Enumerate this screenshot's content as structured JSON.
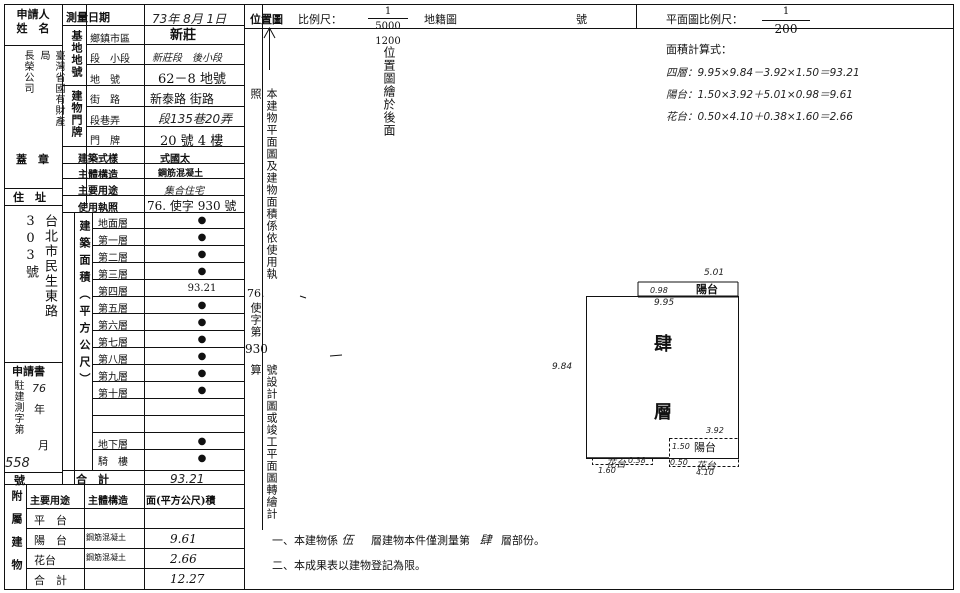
{
  "applicant": {
    "label": "申請人姓名",
    "name": "臺灣省國有財產局",
    "name_line2": "長榮公司",
    "seal_label": "蓋　章",
    "address_label": "住　址",
    "address": "台北市民生東路303號"
  },
  "application": {
    "label": "申請書",
    "doc_no_prefix": "駐建測字第",
    "year_label": "年",
    "year": "76",
    "month_label": "月",
    "number": "558",
    "number_label": "號"
  },
  "survey": {
    "date_label": "測量日期",
    "date_value": "73年 8月 1日",
    "base_label": "基地地號",
    "township_label": "鄉鎮市區",
    "township": "新莊",
    "section_label": "段　小段",
    "section": "新莊段　後小段",
    "lot_label": "地　號",
    "lot": "62－8 地號",
    "door_label": "建物門牌",
    "street_label": "街　路",
    "street": "新泰路 街路",
    "lane_label": "段巷弄",
    "lane": "段135巷20弄",
    "door_no_label": "門　牌",
    "door_no": "20 號 4 樓"
  },
  "building": {
    "style_label": "建築式樣",
    "style": "式國太",
    "structure_label": "主體構造",
    "structure": "鋼筋混凝土",
    "use_label": "主要用途",
    "use": "集合住宅",
    "permit_label": "使用執照",
    "permit": "76. 使字 930 號"
  },
  "area_table": {
    "group_label": "建築面積（平方公尺）",
    "floors": [
      {
        "name": "地面層",
        "value": "●"
      },
      {
        "name": "第一層",
        "value": "●"
      },
      {
        "name": "第二層",
        "value": "●"
      },
      {
        "name": "第三層",
        "value": "●"
      },
      {
        "name": "第四層",
        "value": "93.21"
      },
      {
        "name": "第五層",
        "value": "●"
      },
      {
        "name": "第六層",
        "value": "●"
      },
      {
        "name": "第七層",
        "value": "●"
      },
      {
        "name": "第八層",
        "value": "●"
      },
      {
        "name": "第九層",
        "value": "●"
      },
      {
        "name": "第十層",
        "value": "●"
      },
      {
        "name": "",
        "value": ""
      },
      {
        "name": "",
        "value": ""
      },
      {
        "name": "地下層",
        "value": "●"
      },
      {
        "name": "騎　樓",
        "value": "●"
      }
    ],
    "total_label": "合　計",
    "total": "93.21"
  },
  "attached": {
    "label": "附屬建物",
    "col_use": "主要用途",
    "col_structure": "主體構造",
    "col_area": "面(平方公尺)積",
    "rows": [
      {
        "use": "平　台",
        "structure": "",
        "area": ""
      },
      {
        "use": "陽　台",
        "structure": "鋼筋混凝土",
        "area": "9.61"
      },
      {
        "use": "花台",
        "structure": "鋼筋混凝土",
        "area": "2.66"
      },
      {
        "use": "合　計",
        "structure": "",
        "area": "12.27"
      }
    ]
  },
  "location_map": {
    "label": "位置圖",
    "scale_label": "比例尺：",
    "scale_num": "1",
    "scale_den": "5000",
    "scale_alt": "1200",
    "cadastral_label": "地籍圖",
    "no_label": "號",
    "note": "位置圖繪於後面"
  },
  "vertical_note": {
    "part1": "本建物平面圖及建物面積係依使用執照",
    "permit_year": "76.",
    "part2": "使字第",
    "permit_no": "930",
    "part3": "號設計圖或竣工平面圖轉繪計算"
  },
  "plan": {
    "scale_label": "平面圖比例尺：",
    "scale_num": "1",
    "scale_den": "200",
    "formula_label": "面積計算式：",
    "formula_lines": [
      "四層：9.95×9.84－3.92×1.50＝93.21",
      "陽台：1.50×3.92＋5.01×0.98＝9.61",
      "花台：0.50×4.10＋0.38×1.60＝2.66"
    ],
    "dim_top": "5.01",
    "dim_left_small": "0.98",
    "dim_width": "9.95",
    "dim_height": "9.84",
    "dim_bottom_balc": "3.92",
    "balcony_label": "陽台",
    "main_label_1": "肆",
    "main_label_2": "層",
    "bottom_balcony": "陽台",
    "bottom_balcony_dim": "1.50",
    "planter_label": "花台",
    "planter_dim": "0.50",
    "planter_w": "4.10",
    "planter2_label": "花台",
    "planter2_dim": "0.38",
    "planter2_w": "1.60"
  },
  "notes": {
    "note1_prefix": "一、本建物係",
    "note1_floors": "伍",
    "note1_mid": "層建物本件僅測量第",
    "note1_floor": "肆",
    "note1_suffix": "層部份。",
    "note2": "二、本成果表以建物登記為限。"
  }
}
